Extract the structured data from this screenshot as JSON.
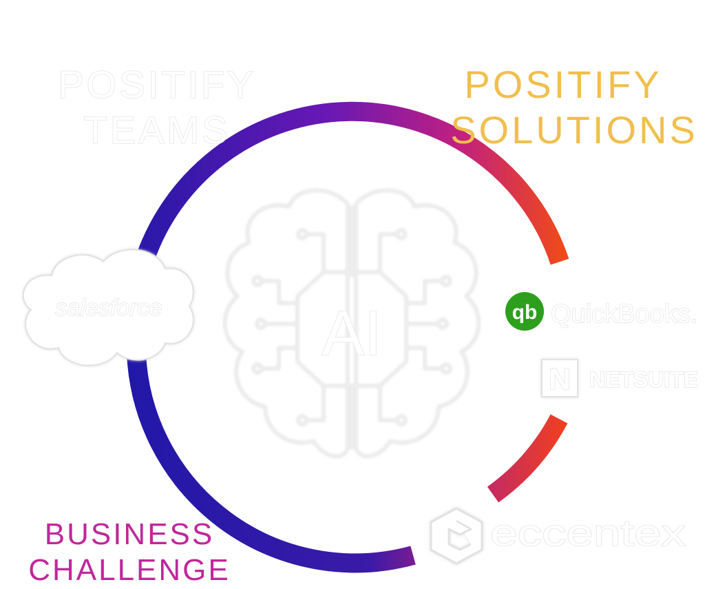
{
  "labels": {
    "teams": [
      "POSITIFY",
      "TEAMS"
    ],
    "solutions": [
      "POSITIFY",
      "SOLUTIONS"
    ],
    "challenge": [
      "BUSINESS",
      "CHALLENGE"
    ],
    "brain": "AI"
  },
  "logos": {
    "salesforce": "salesforce",
    "quickbooks": "QuickBooks.",
    "quickbooks_mark": "qb",
    "netsuite": "NETSUITE",
    "netsuite_mark": "N",
    "eccentex": "eccentex"
  },
  "colors": {
    "teams": "#ffffff",
    "solutions": "#f0bf4c",
    "challenge": "#c0279b",
    "ring_blue": "#2a1aa8",
    "ring_purple": "#7a1ab0",
    "ring_orange": "#f04020",
    "quickbooks_green": "#2ca01c"
  }
}
